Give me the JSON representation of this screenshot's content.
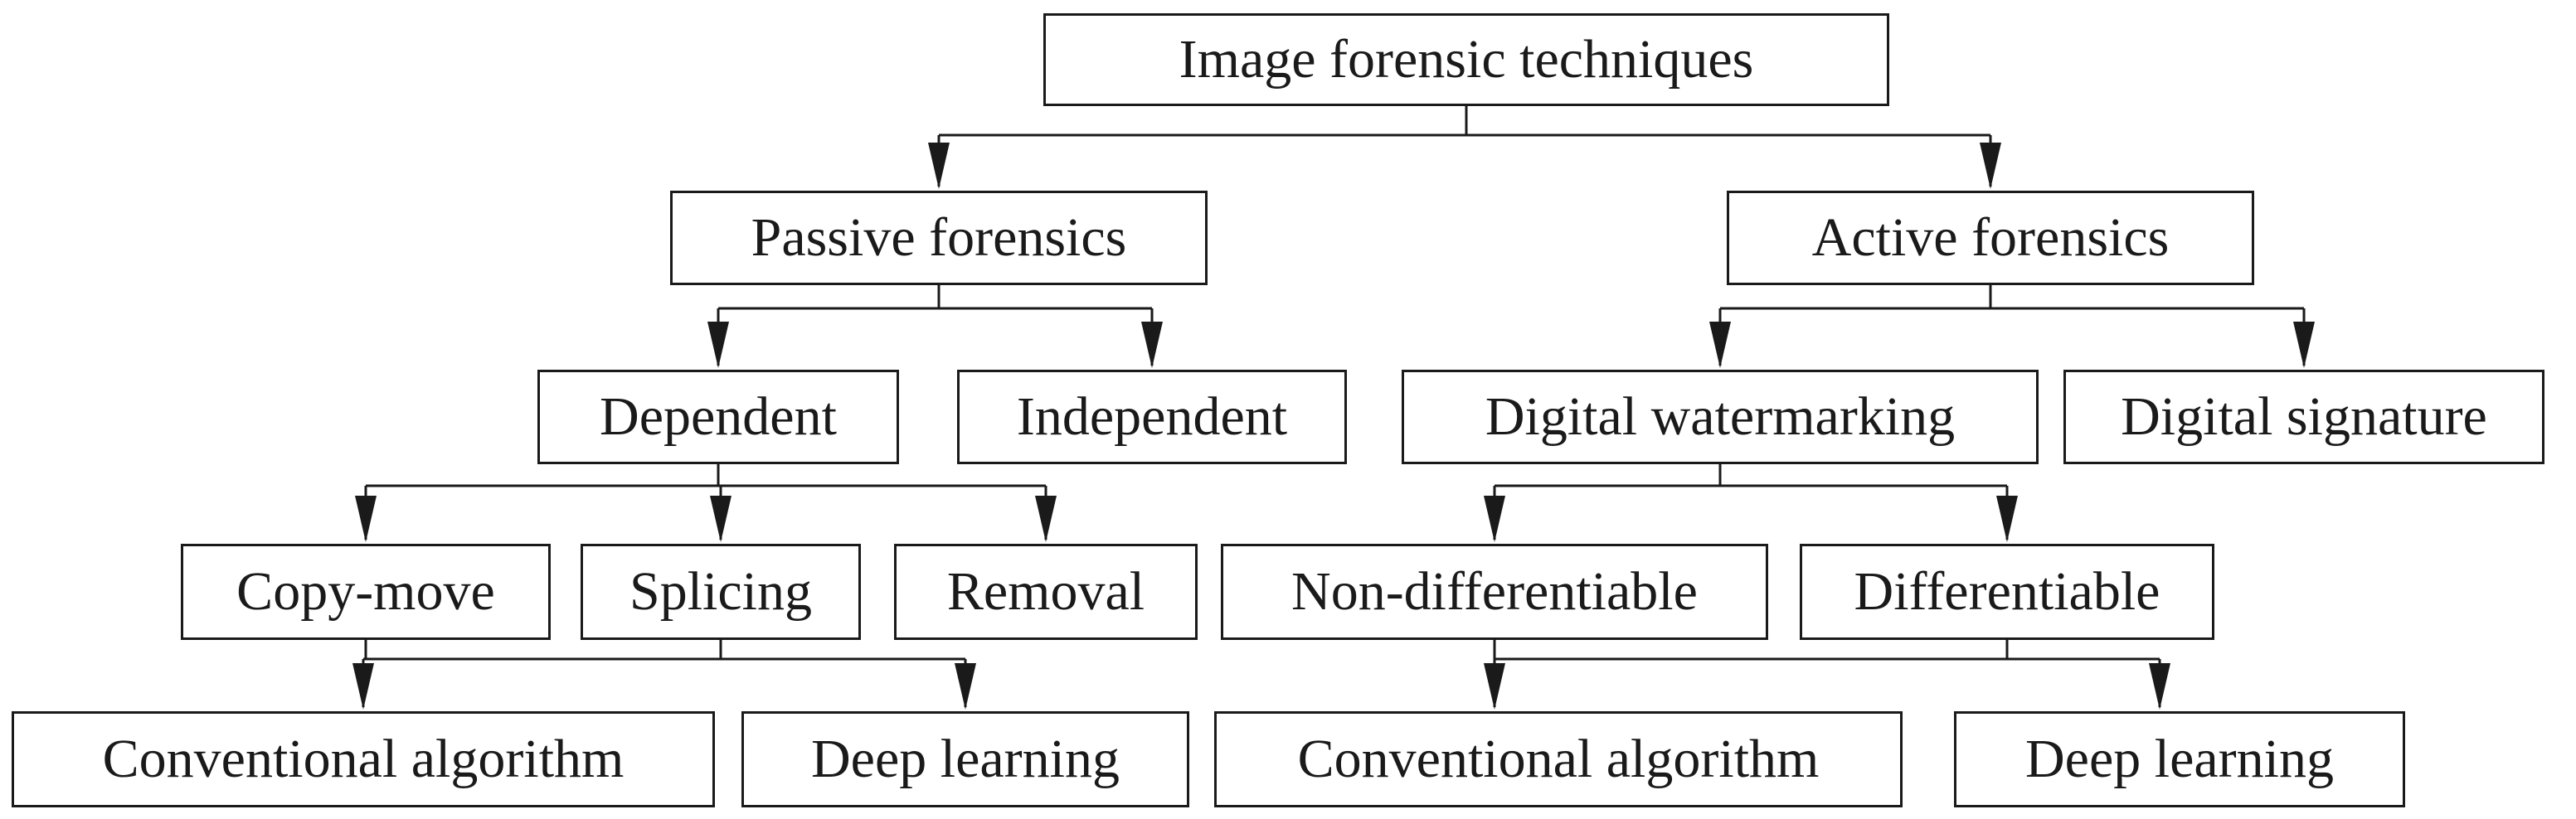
{
  "colors": {
    "background": "#ffffff",
    "box_border": "#1a1a1a",
    "box_fill": "#ffffff",
    "connector": "#1a1a1a",
    "text": "#1a1a1a"
  },
  "diagram": {
    "type": "tree",
    "nodes": {
      "root": {
        "label": "Image forensic techniques"
      },
      "passive": {
        "label": "Passive forensics"
      },
      "active": {
        "label": "Active forensics"
      },
      "dependent": {
        "label": "Dependent"
      },
      "independent": {
        "label": "Independent"
      },
      "watermarking": {
        "label": "Digital watermarking"
      },
      "signature": {
        "label": "Digital signature"
      },
      "copy_move": {
        "label": "Copy-move"
      },
      "splicing": {
        "label": "Splicing"
      },
      "removal": {
        "label": "Removal"
      },
      "non_differentiable": {
        "label": "Non-differentiable"
      },
      "differentiable": {
        "label": "Differentiable"
      },
      "conventional_passive": {
        "label": "Conventional algorithm"
      },
      "deep_learning_passive": {
        "label": "Deep learning"
      },
      "conventional_active": {
        "label": "Conventional algorithm"
      },
      "deep_learning_active": {
        "label": "Deep learning"
      }
    },
    "edges": [
      {
        "from": "root",
        "to": "passive"
      },
      {
        "from": "root",
        "to": "active"
      },
      {
        "from": "passive",
        "to": "dependent"
      },
      {
        "from": "passive",
        "to": "independent"
      },
      {
        "from": "active",
        "to": "watermarking"
      },
      {
        "from": "active",
        "to": "signature"
      },
      {
        "from": "dependent",
        "to": "copy_move"
      },
      {
        "from": "dependent",
        "to": "splicing"
      },
      {
        "from": "dependent",
        "to": "removal"
      },
      {
        "from": "watermarking",
        "to": "non_differentiable"
      },
      {
        "from": "watermarking",
        "to": "differentiable"
      },
      {
        "from": "copy_move",
        "to": "conventional_passive"
      },
      {
        "from": "copy_move",
        "to": "deep_learning_passive"
      },
      {
        "from": "splicing",
        "to": "conventional_passive"
      },
      {
        "from": "splicing",
        "to": "deep_learning_passive"
      },
      {
        "from": "non_differentiable",
        "to": "conventional_active"
      },
      {
        "from": "non_differentiable",
        "to": "deep_learning_active"
      },
      {
        "from": "differentiable",
        "to": "conventional_active"
      },
      {
        "from": "differentiable",
        "to": "deep_learning_active"
      }
    ]
  }
}
